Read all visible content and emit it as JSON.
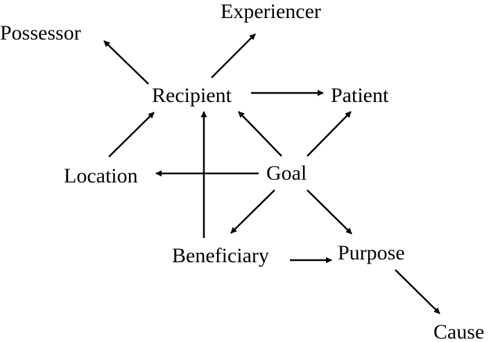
{
  "diagram": {
    "nodes": {
      "possessor": "Possessor",
      "experiencer": "Experiencer",
      "recipient": "Recipient",
      "patient": "Patient",
      "location": "Location",
      "goal": "Goal",
      "beneficiary": "Beneficiary",
      "purpose": "Purpose",
      "cause": "Cause"
    },
    "edges": [
      {
        "from": "recipient",
        "to": "possessor"
      },
      {
        "from": "recipient",
        "to": "experiencer"
      },
      {
        "from": "recipient",
        "to": "patient"
      },
      {
        "from": "location",
        "to": "recipient"
      },
      {
        "from": "goal",
        "to": "recipient"
      },
      {
        "from": "goal",
        "to": "patient"
      },
      {
        "from": "goal",
        "to": "location"
      },
      {
        "from": "goal",
        "to": "beneficiary"
      },
      {
        "from": "goal",
        "to": "purpose"
      },
      {
        "from": "beneficiary",
        "to": "recipient"
      },
      {
        "from": "beneficiary",
        "to": "purpose"
      },
      {
        "from": "purpose",
        "to": "cause"
      }
    ],
    "colors": {
      "ink": "#000000",
      "background": "#ffffff"
    }
  }
}
